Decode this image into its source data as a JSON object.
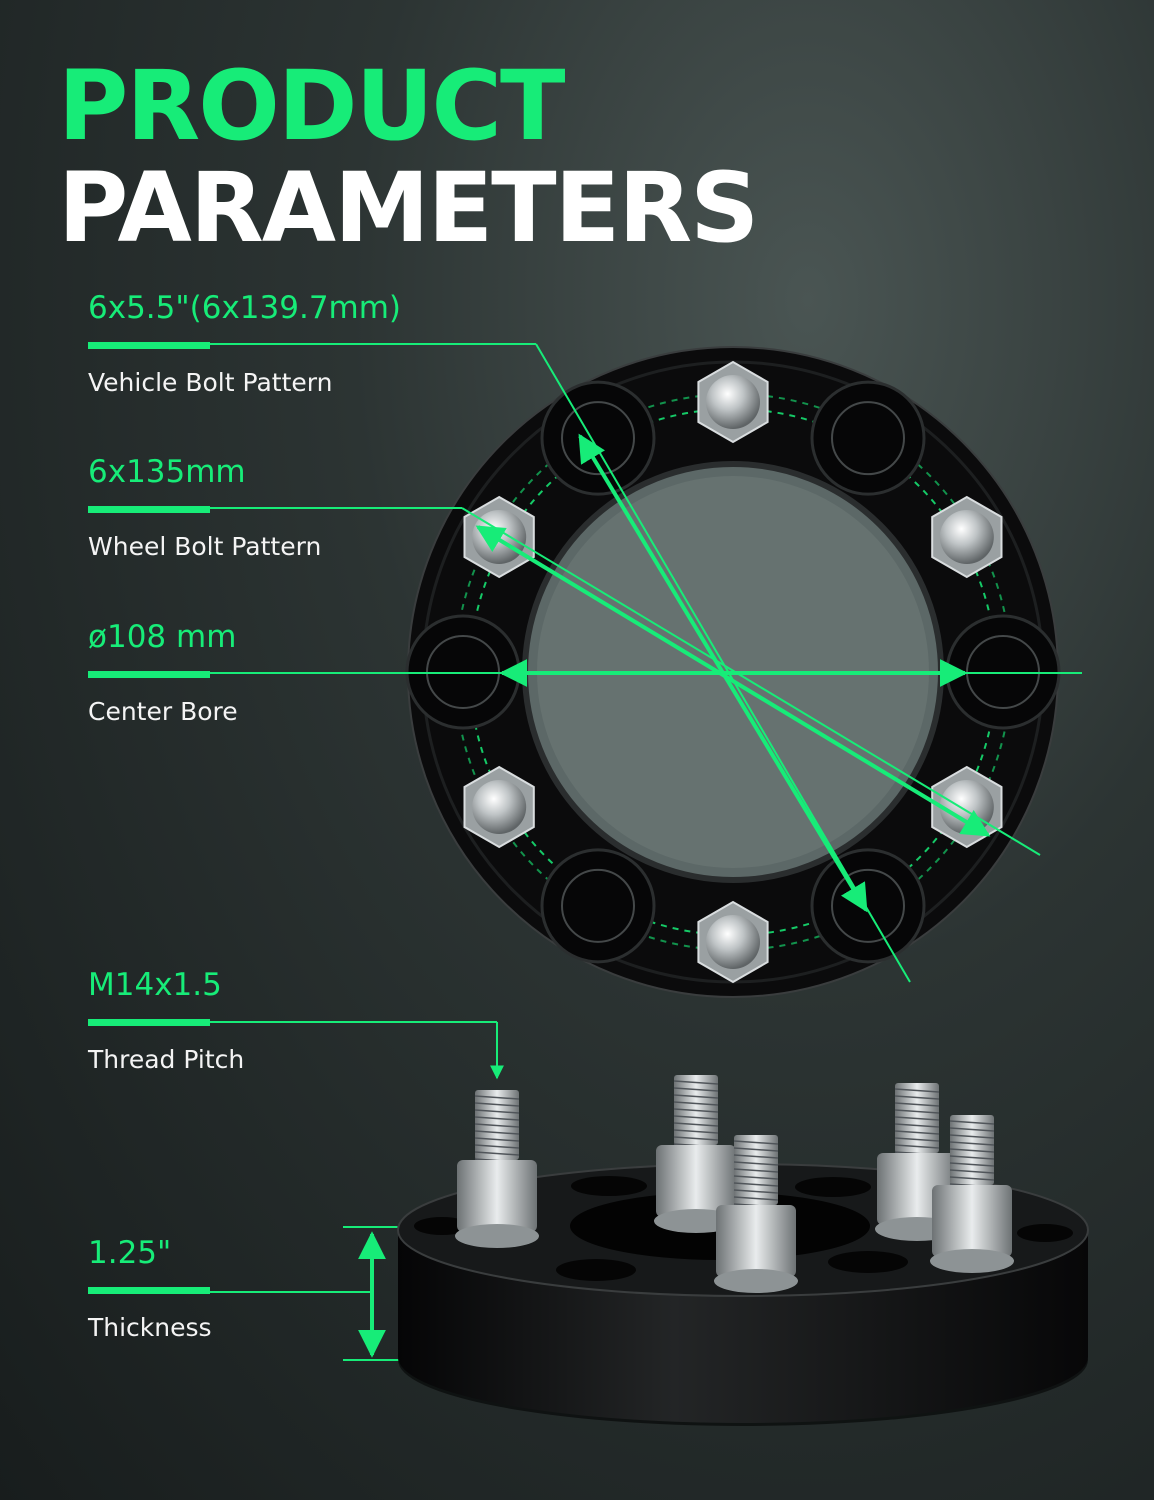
{
  "title": {
    "line1": "PRODUCT",
    "line2": "PARAMETERS"
  },
  "colors": {
    "accent": "#17ec78",
    "white": "#ffffff",
    "label": "#f4f4f4",
    "spacer": "#0b0b0c"
  },
  "specs": [
    {
      "value": "6x5.5\"(6x139.7mm)",
      "label": "Vehicle Bolt Pattern"
    },
    {
      "value": "6x135mm",
      "label": "Wheel Bolt Pattern"
    },
    {
      "value": "ø108 mm",
      "label": "Center Bore"
    },
    {
      "value": "M14x1.5",
      "label": "Thread Pitch"
    },
    {
      "value": "1.25\"",
      "label": "Thickness"
    }
  ]
}
